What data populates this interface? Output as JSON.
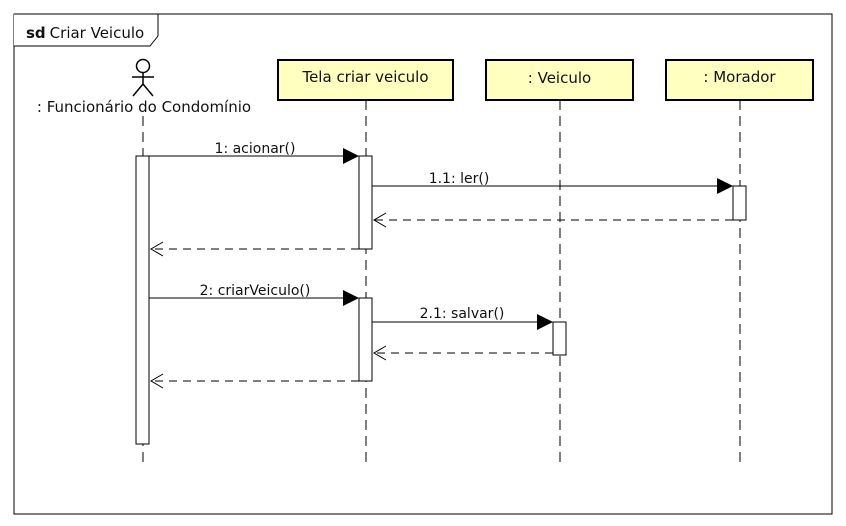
{
  "frame": {
    "keyword": "sd",
    "name": "Criar Veiculo"
  },
  "actor": {
    "label": ": Funcionário do Condomínio"
  },
  "lifelines": [
    {
      "id": "tela",
      "label": "Tela criar veiculo"
    },
    {
      "id": "veiculo",
      "label": ": Veiculo"
    },
    {
      "id": "morador",
      "label": ": Morador"
    }
  ],
  "messages": [
    {
      "id": "m1",
      "label": "1: acionar()",
      "kind": "sync"
    },
    {
      "id": "m11",
      "label": "1.1: ler()",
      "kind": "sync"
    },
    {
      "id": "r11",
      "label": "",
      "kind": "return"
    },
    {
      "id": "r1",
      "label": "",
      "kind": "return"
    },
    {
      "id": "m2",
      "label": "2: criarVeiculo()",
      "kind": "sync"
    },
    {
      "id": "m21",
      "label": "2.1: salvar()",
      "kind": "sync"
    },
    {
      "id": "r21",
      "label": "",
      "kind": "return"
    },
    {
      "id": "r2",
      "label": "",
      "kind": "return"
    }
  ],
  "colors": {
    "lifeline_box_fill": "#ffffc0",
    "line": "#000000",
    "activation_fill": "#ffffff"
  }
}
